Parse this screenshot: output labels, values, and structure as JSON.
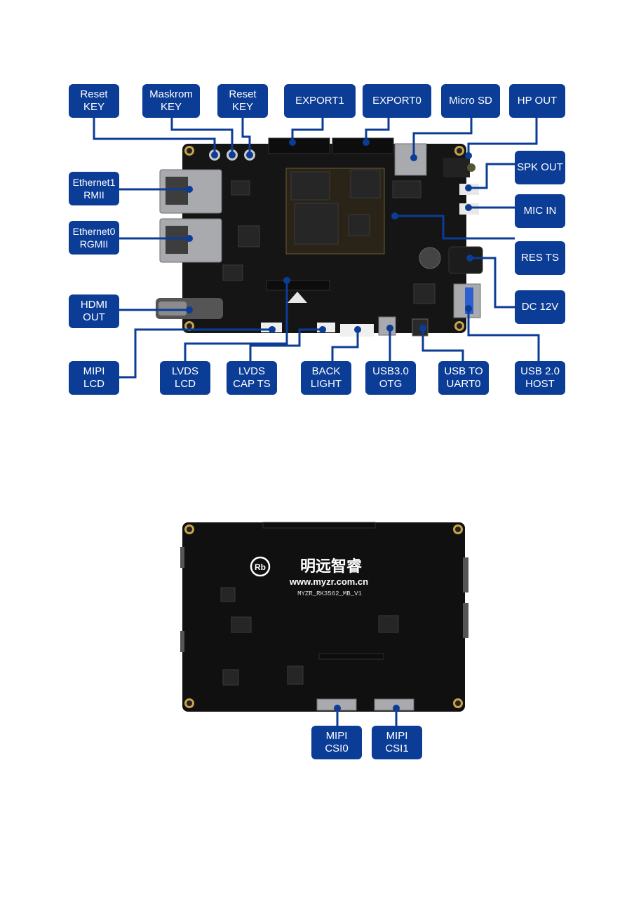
{
  "labels": {
    "reset_key_left": "Reset\nKEY",
    "maskrom_key": "Maskrom\nKEY",
    "reset_key_right": "Reset\nKEY",
    "export1": "EXPORT1",
    "export0": "EXPORT0",
    "micro_sd": "Micro SD",
    "hp_out": "HP OUT",
    "spk_out": "SPK OUT",
    "mic_in": "MIC IN",
    "res_ts": "RES TS",
    "dc_12v": "DC 12V",
    "usb20_host": "USB 2.0\nHOST",
    "usb_to_uart0": "USB TO\nUART0",
    "usb30_otg": "USB3.0\nOTG",
    "back_light": "BACK\nLIGHT",
    "lvds_cap_ts": "LVDS\nCAP TS",
    "lvds_lcd": "LVDS\nLCD",
    "mipi_lcd": "MIPI\nLCD",
    "hdmi_out": "HDMI\nOUT",
    "ethernet0": "Ethernet0\nRGMII",
    "ethernet1": "Ethernet1\nRMII",
    "mipi_csi0": "MIPI\nCSI0",
    "mipi_csi1": "MIPI\nCSI1"
  },
  "board_back": {
    "brand_cn": "明远智睿",
    "website": "www.myzr.com.cn",
    "model": "MYZR_RK3562_MB_V1"
  },
  "colors": {
    "label_bg": "#0b3c96",
    "label_text": "#ffffff",
    "pcb": "#151515"
  }
}
